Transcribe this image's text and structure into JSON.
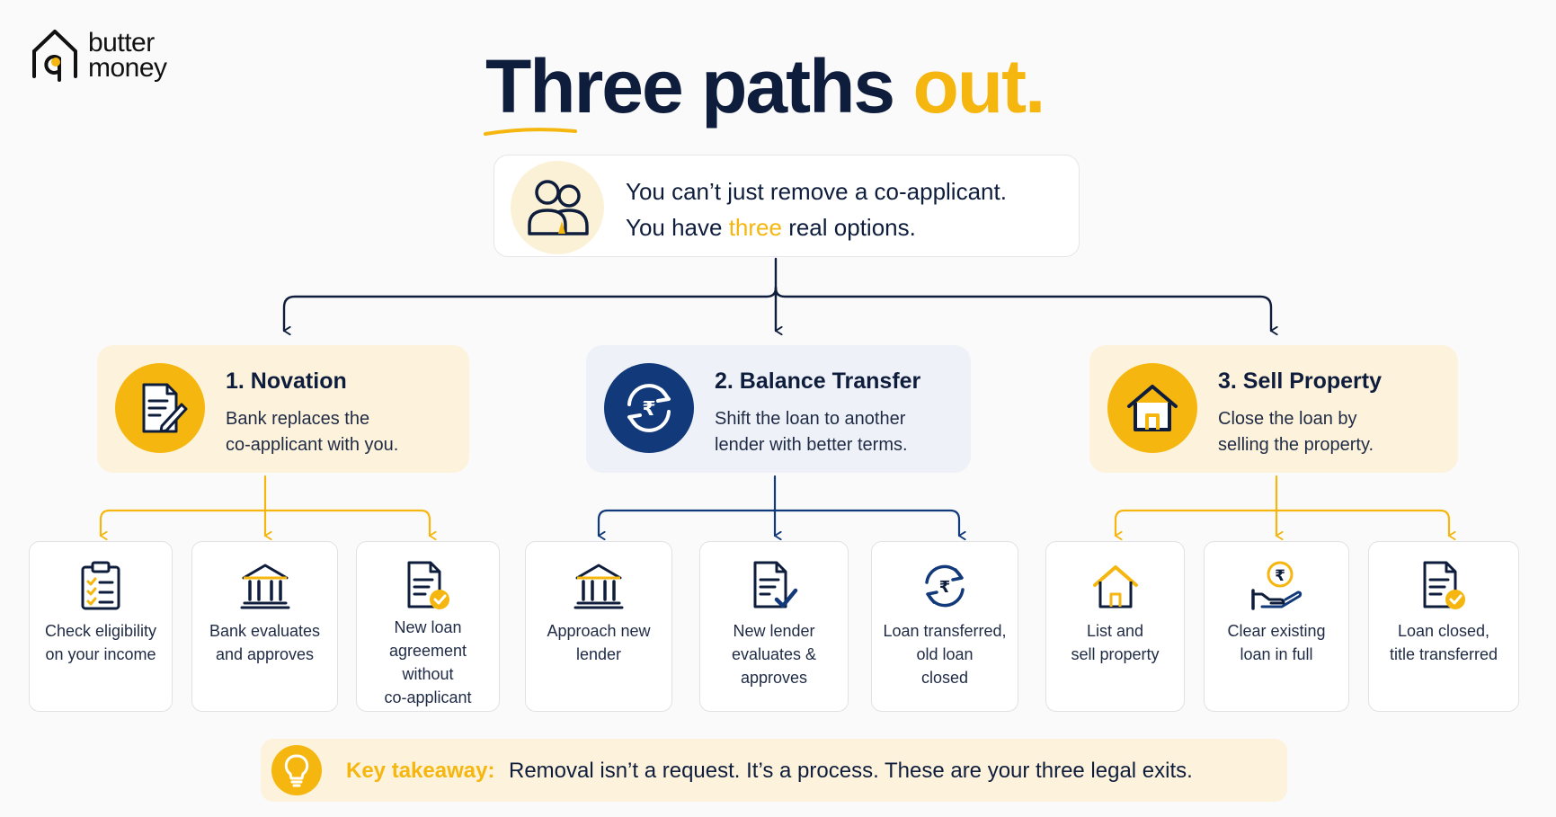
{
  "brand": {
    "name_line1": "butter",
    "name_line2": "money",
    "icon": "house-logo-icon"
  },
  "title": {
    "main": "Three paths ",
    "accent": "out."
  },
  "intro": {
    "icon": "people-icon",
    "line1": "You can’t just remove a co-applicant.",
    "line2_before": "You have ",
    "line2_highlight": "three",
    "line2_after": " real options."
  },
  "paths": [
    {
      "title": "1. Novation",
      "desc_line1": "Bank replaces the",
      "desc_line2": "co-applicant with you.",
      "icon": "document-pen-icon",
      "steps": [
        {
          "icon": "checklist-icon",
          "lines": [
            "Check eligibility",
            "on your income"
          ]
        },
        {
          "icon": "bank-icon",
          "lines": [
            "Bank evaluates",
            "and approves"
          ]
        },
        {
          "icon": "document-check-icon",
          "lines": [
            "New loan",
            "agreement",
            "without",
            "co-applicant"
          ]
        }
      ]
    },
    {
      "title": "2. Balance Transfer",
      "desc_line1": "Shift the loan to another",
      "desc_line2": "lender with better terms.",
      "icon": "rupee-cycle-icon",
      "steps": [
        {
          "icon": "bank-icon",
          "lines": [
            "Approach new",
            "lender"
          ]
        },
        {
          "icon": "document-check-icon",
          "lines": [
            "New lender",
            "evaluates &",
            "approves"
          ]
        },
        {
          "icon": "rupee-cycle-icon",
          "lines": [
            "Loan transferred,",
            "old loan",
            "closed"
          ]
        }
      ]
    },
    {
      "title": "3. Sell Property",
      "desc_line1": "Close the loan by",
      "desc_line2": "selling the property.",
      "icon": "house-icon",
      "steps": [
        {
          "icon": "house-icon",
          "lines": [
            "List and",
            "sell property"
          ]
        },
        {
          "icon": "rupee-hand-icon",
          "lines": [
            "Clear existing",
            "loan in full"
          ]
        },
        {
          "icon": "document-check-icon",
          "lines": [
            "Loan closed,",
            "title transferred"
          ]
        }
      ]
    }
  ],
  "takeaway": {
    "icon": "lightbulb-icon",
    "label": "Key takeaway:",
    "text": "Removal isn’t a request. It’s a process. These are your three legal exits."
  },
  "colors": {
    "navy": "#0f1d3d",
    "accent_yellow": "#f5b70f",
    "deep_blue": "#123a7a",
    "card_yellow": "#fdf3dc",
    "card_blue": "#eef2f8"
  }
}
